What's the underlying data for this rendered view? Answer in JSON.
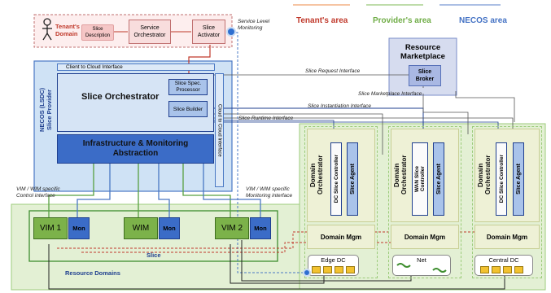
{
  "legend": {
    "tenant": "Tenant's area",
    "provider": "Provider's area",
    "necos": "NECOS area",
    "colors": {
      "tenant": "#c0392b",
      "provider": "#70ad47",
      "necos": "#4472c4"
    }
  },
  "tenant": {
    "domain_label": "Tenant's\nDomain",
    "slice_description": "Slice\nDescription",
    "service_orchestrator": "Service\nOrchestrator",
    "slice_activator": "Slice\nActivator",
    "service_level_monitoring": "Service Level\nMonitoring"
  },
  "marketplace": {
    "title": "Resource\nMarketplace",
    "slice_broker": "Slice\nBroker"
  },
  "necos": {
    "provider_label": "NECOS (LSDC)\nSlice Provider",
    "client_to_cloud": "Client to Cloud Interface",
    "slice_orchestrator": "Slice Orchestrator",
    "slice_spec_processor": "Slice Spec.\nProcessor",
    "slice_builder": "Slice Builder",
    "cloud_to_cloud": "Cloud to Cloud Interface",
    "ima": "Infrastructure & Monitoring\nAbstraction"
  },
  "interfaces": {
    "slice_request": "Slice Request Interface",
    "slice_marketplace": "Slice Marketplace Interface",
    "slice_instantiation": "Slice Instantiation Interface",
    "slice_runtime": "Slice Runtime Interface",
    "vim_control": "VIM / WIM specific\nControl interface",
    "vim_monitoring": "VIM / WIM specific\nMonitoring interface"
  },
  "domains": [
    {
      "orchestrator": "Domain\nOrchestrator",
      "controller": "DC Slice Controller",
      "agent": "Slice Agent",
      "mgm": "Domain Mgm",
      "name": "Edge DC"
    },
    {
      "orchestrator": "Domain\nOrchestrator",
      "controller": "WAN Slice\nController",
      "agent": "Slice Agent",
      "mgm": "Domain Mgm",
      "name": "Net"
    },
    {
      "orchestrator": "Domain\nOrchestrator",
      "controller": "DC Slice Controller",
      "agent": "Slice Agent",
      "mgm": "Domain Mgm",
      "name": "Central DC"
    }
  ],
  "resources": {
    "vim1": "VIM 1",
    "wim": "WIM",
    "vim2": "VIM 2",
    "mon": "Mon",
    "slice": "Slice",
    "resource_domains": "Resource Domains"
  }
}
